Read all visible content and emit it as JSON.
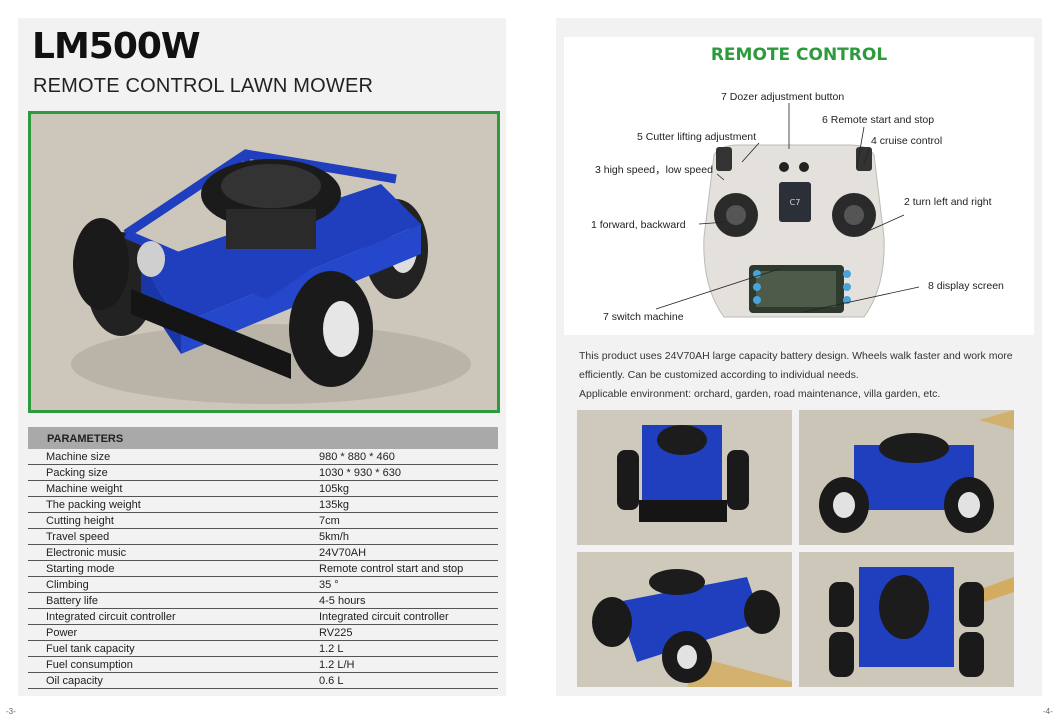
{
  "left_page": {
    "model": "LM500W",
    "subtitle": "REMOTE CONTROL LAWN MOWER",
    "parameters": {
      "header": "PARAMETERS",
      "rows": [
        {
          "label": "Machine size",
          "value": "980 * 880 * 460"
        },
        {
          "label": "Packing size",
          "value": "1030 * 930 * 630"
        },
        {
          "label": "Machine weight",
          "value": "105kg"
        },
        {
          "label": "The packing weight",
          "value": "135kg"
        },
        {
          "label": "Cutting height",
          "value": "7cm"
        },
        {
          "label": "Travel speed",
          "value": "5km/h"
        },
        {
          "label": "Electronic music",
          "value": "24V70AH"
        },
        {
          "label": "Starting mode",
          "value": "Remote control start and stop"
        },
        {
          "label": "Climbing",
          "value": "35 °"
        },
        {
          "label": "Battery life",
          "value": "4-5 hours"
        },
        {
          "label": "Integrated circuit controller",
          "value": "Integrated circuit controller"
        },
        {
          "label": "Power",
          "value": "RV225"
        },
        {
          "label": "Fuel tank capacity",
          "value": "1.2 L"
        },
        {
          "label": "Fuel consumption",
          "value": "1.2 L/H"
        },
        {
          "label": "Oil capacity",
          "value": "0.6 L"
        }
      ]
    },
    "page_number": "-3-"
  },
  "right_page": {
    "remote_title": "REMOTE CONTROL",
    "annotations": {
      "a1": "1 forward, backward",
      "a2": "2 turn left and right",
      "a3": "3 high speed，low speed",
      "a4": "4 cruise control",
      "a5": "5 Cutter lifting adjustment",
      "a6": "6 Remote start and stop",
      "a7": "7 Dozer adjustment button",
      "a7b": "7 switch machine",
      "a8": "8 display screen"
    },
    "screen_label": "C7",
    "description": [
      "This product uses 24V70AH large capacity battery design. Wheels walk faster and work more efficiently. Can be customized according to individual needs.",
      "Applicable environment: orchard, garden, road maintenance, villa garden, etc."
    ],
    "page_number": "-4-"
  },
  "colors": {
    "accent_green": "#2d9a3d",
    "mower_blue": "#1f3fbf",
    "page_bg": "#f2f2f2",
    "table_header": "#a9a9a9"
  }
}
